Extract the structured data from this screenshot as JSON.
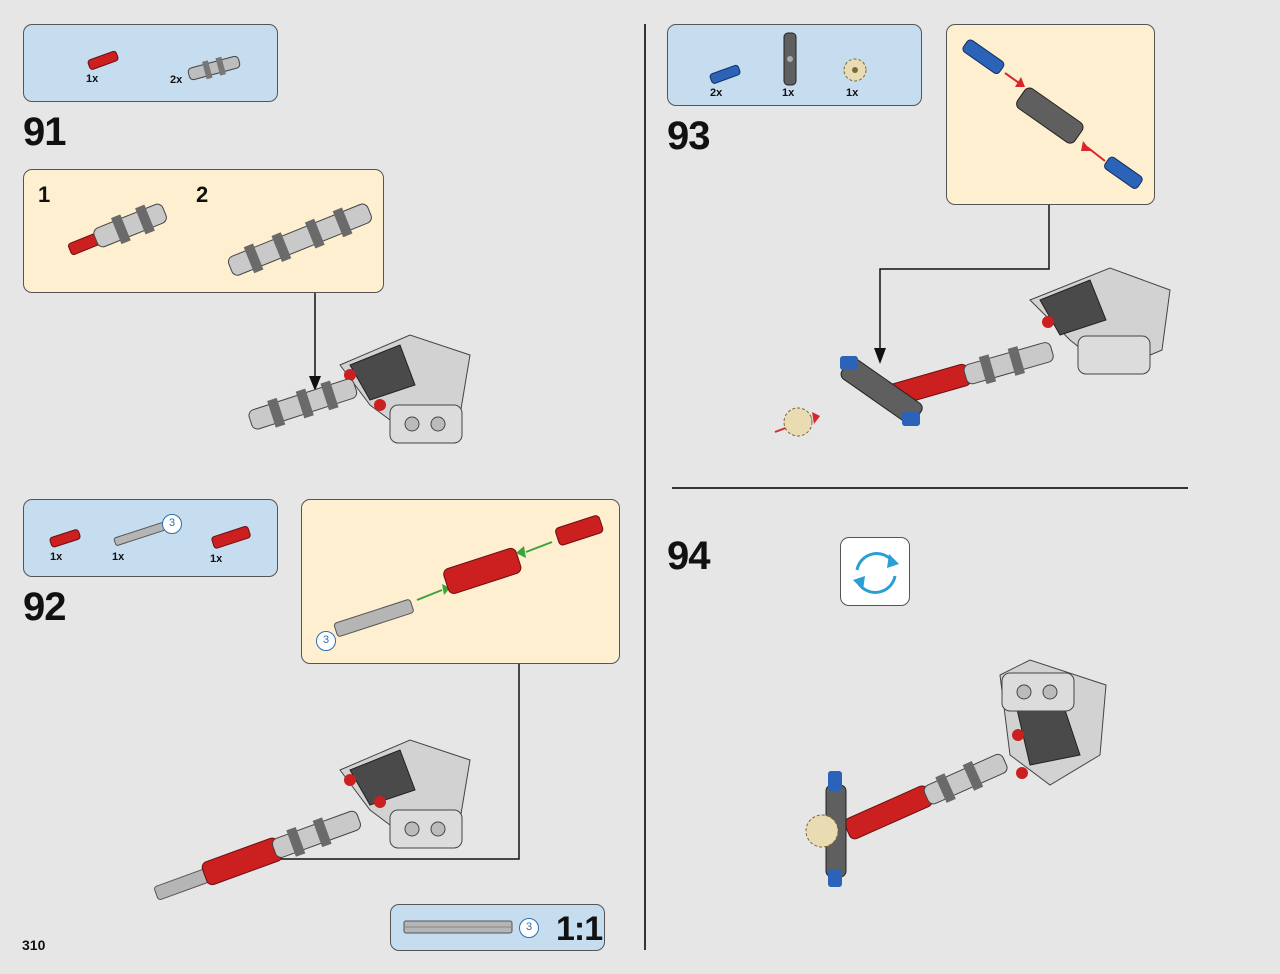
{
  "page": {
    "number": "310"
  },
  "steps": {
    "s91": {
      "number": "91",
      "parts": [
        {
          "qty": "1x",
          "color": "#cc1f1f"
        },
        {
          "qty": "2x",
          "color": "#a9a9a9"
        }
      ],
      "substeps": [
        {
          "label": "1"
        },
        {
          "label": "2"
        }
      ]
    },
    "s92": {
      "number": "92",
      "parts": [
        {
          "qty": "1x",
          "color": "#cc1f1f"
        },
        {
          "qty": "1x",
          "color": "#a9a9a9",
          "badge": "3"
        },
        {
          "qty": "1x",
          "color": "#cc1f1f"
        }
      ],
      "callout_badge": "3"
    },
    "s93": {
      "number": "93",
      "parts": [
        {
          "qty": "2x",
          "color": "#2a63b8"
        },
        {
          "qty": "1x",
          "color": "#5f5f5f"
        },
        {
          "qty": "1x",
          "color": "#e9dcb3"
        }
      ]
    },
    "s94": {
      "number": "94",
      "rotate_icon": "rotate-arrows-icon"
    }
  },
  "scale_box": {
    "badge": "3",
    "label": "1:1"
  },
  "colors": {
    "parts_bg": "#c6dcef",
    "callout_bg": "#fdefcf",
    "red": "#cc1f1f",
    "gray": "#a9a9a9",
    "dark": "#4f4f4f",
    "blue": "#2a63b8",
    "tan": "#e9dcb3",
    "arrow_red": "#d9262b",
    "arrow_green": "#3aa33a"
  }
}
